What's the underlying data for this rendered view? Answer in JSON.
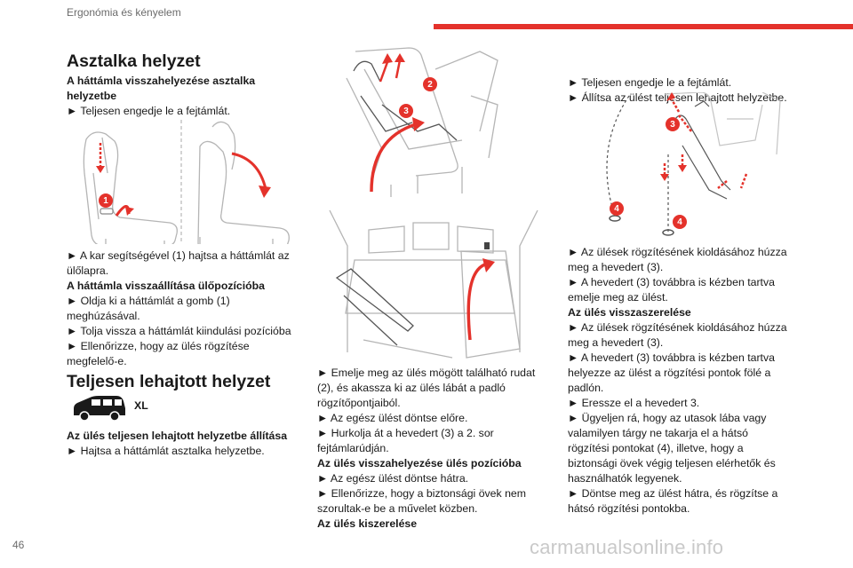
{
  "header": {
    "section": "Ergonómia és kényelem"
  },
  "page_number": "46",
  "watermark": "carmanualsonline.info",
  "col1": {
    "title": "Asztalka helyzet",
    "sub1": "A háttámla visszahelyezése asztalka helyzetbe",
    "p1": "► Teljesen engedje le a fejtámlát.",
    "p2": "► A kar segítségével (1) hajtsa a háttámlát az ülőlapra.",
    "sub2": "A háttámla visszaállítása ülőpozícióba",
    "p3": "► Oldja ki a háttámlát a gomb (1) meghúzásával.",
    "p4": "► Tolja vissza a háttámlát kiindulási pozícióba",
    "p5": "► Ellenőrizze, hogy az ülés rögzítése megfelelő-e.",
    "title2": "Teljesen lehajtott helyzet",
    "xl": "XL",
    "sub3": "Az ülés teljesen lehajtott helyzetbe állítása",
    "p6": "► Hajtsa a háttámlát asztalka helyzetbe."
  },
  "col2": {
    "p1": "► Emelje meg az ülés mögött található rudat (2), és akassza ki az ülés lábát a padló rögzítőpontjaiból.",
    "p2": "► Az egész ülést döntse előre.",
    "p3": "► Hurkolja át a hevedert (3) a 2. sor fejtámlarúdján.",
    "sub1": "Az ülés visszahelyezése ülés pozícióba",
    "p4": "► Az egész ülést döntse hátra.",
    "p5": "► Ellenőrizze, hogy a biztonsági övek nem szorultak-e be a művelet közben.",
    "sub2": "Az ülés kiszerelése"
  },
  "col3": {
    "p1": "► Teljesen engedje le a fejtámlát.",
    "p2": "► Állítsa az ülést teljesen lehajtott helyzetbe.",
    "p3": "► Az ülések rögzítésének kioldásához húzza meg a hevedert (3).",
    "p4": "► A hevedert (3) továbbra is kézben tartva emelje meg az ülést.",
    "sub1": "Az ülés visszaszerelése",
    "p5": "► Az ülések rögzítésének kioldásához húzza meg a hevedert (3).",
    "p6": "► A hevedert (3) továbbra is kézben tartva helyezze az ülést a rögzítési pontok fölé a padlón.",
    "p7": "► Eressze el a hevedert 3.",
    "p8": "► Ügyeljen rá, hogy az utasok lába vagy valamilyen tárgy ne takarja el a hátsó rögzítési pontokat (4), illetve, hogy a biztonsági övek végig teljesen elérhetők és használhatók legyenek.",
    "p9": "► Döntse meg az ülést hátra, és rögzítse a hátsó rögzítési pontokba."
  },
  "badges": {
    "b1": "1",
    "b2": "2",
    "b3": "3",
    "b4": "4"
  },
  "colors": {
    "accent": "#e4322b",
    "text": "#1a1a1a",
    "muted": "#6b6b6b"
  }
}
